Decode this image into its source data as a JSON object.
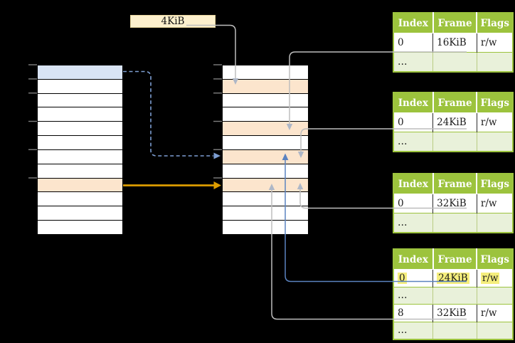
{
  "page_size_label": "4KiB",
  "columns": [
    "Index",
    "Frame",
    "Flags"
  ],
  "tables": [
    {
      "rows": [
        [
          "0",
          "16KiB",
          "r/w"
        ],
        [
          "…",
          "",
          ""
        ]
      ]
    },
    {
      "rows": [
        [
          "0",
          "24KiB",
          "r/w"
        ],
        [
          "…",
          "",
          ""
        ]
      ]
    },
    {
      "rows": [
        [
          "0",
          "32KiB",
          "r/w"
        ],
        [
          "…",
          "",
          ""
        ]
      ]
    },
    {
      "rows": [
        [
          "0",
          "24KiB",
          "r/w"
        ],
        [
          "…",
          "",
          ""
        ],
        [
          "8",
          "32KiB",
          "r/w"
        ],
        [
          "…",
          "",
          ""
        ]
      ]
    }
  ],
  "colors": {
    "bg": "#000000",
    "border-black": "#000000",
    "cell-white": "#ffffff",
    "row-blue": "#d9e4f5",
    "row-peach": "#fce5cd",
    "box-cream": "#fdf0cd",
    "green": "#9cc33d",
    "green-light": "#e9f1da",
    "highlight-yellow": "#f5ee7d",
    "line-gray": "#bdbdbd",
    "arrow-gray": "#aeb7c7",
    "line-blue": "#5b83c0",
    "line-blue-dashed": "#7d9ed2",
    "line-orange": "#dd9d00",
    "tick-gray": "#7f7f7f"
  }
}
